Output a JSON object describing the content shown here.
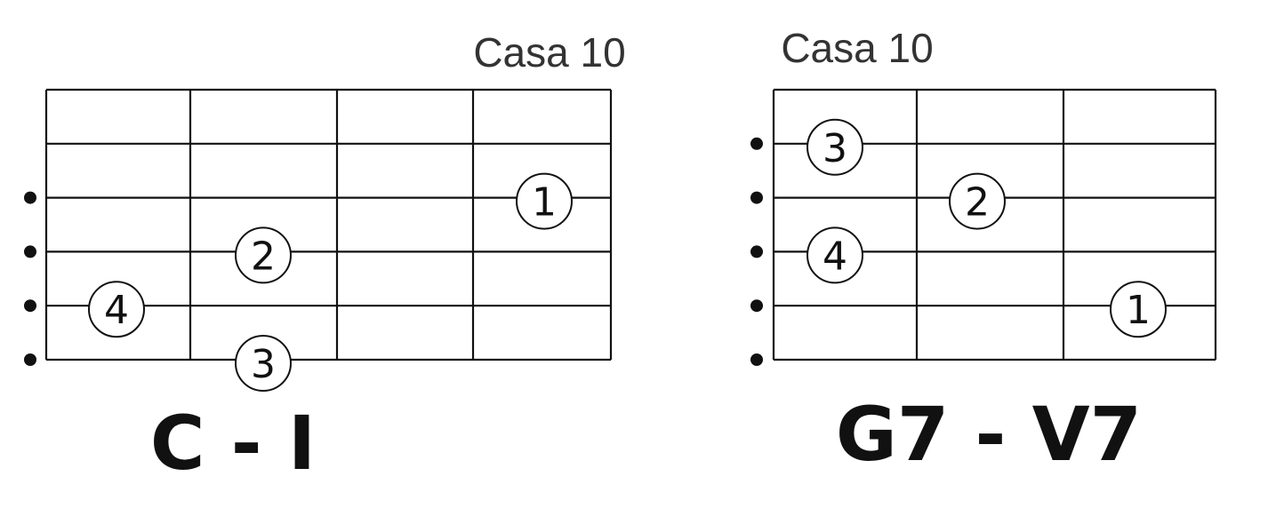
{
  "diagrams": [
    {
      "id": "chord-c",
      "fret_label": "Casa 10",
      "chord_name": "C - I",
      "strings": 6,
      "frets": 4,
      "played_strings": [
        3,
        4,
        5,
        6
      ],
      "fingers": [
        {
          "label": "1",
          "string": 3,
          "fret": 4
        },
        {
          "label": "2",
          "string": 4,
          "fret": 2
        },
        {
          "label": "4",
          "string": 5,
          "fret": 1
        },
        {
          "label": "3",
          "string": 6,
          "fret": 2
        }
      ]
    },
    {
      "id": "chord-g7",
      "fret_label": "Casa 10",
      "chord_name": "G7 - V7",
      "strings": 6,
      "frets": 3,
      "played_strings": [
        2,
        3,
        4,
        5,
        6
      ],
      "fingers": [
        {
          "label": "3",
          "string": 2,
          "fret": 1
        },
        {
          "label": "2",
          "string": 3,
          "fret": 2
        },
        {
          "label": "4",
          "string": 4,
          "fret": 1
        },
        {
          "label": "1",
          "string": 5,
          "fret": 3
        }
      ]
    }
  ]
}
